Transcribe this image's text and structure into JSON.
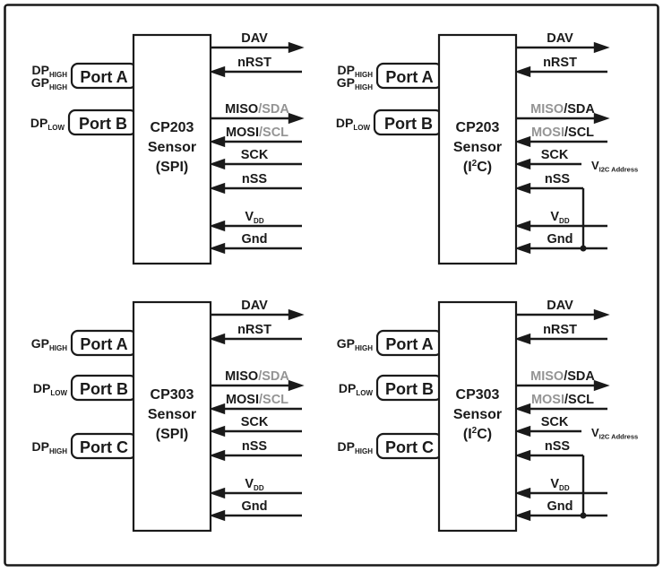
{
  "palette": {
    "ink": "#1a1a1a",
    "muted": "#949494",
    "background": "#ffffff"
  },
  "blocks": [
    {
      "name": "CP203 Sensor (SPI)",
      "title": {
        "model": "CP203",
        "type": "Sensor",
        "mode_pre": "(SPI)",
        "mode_sup": "",
        "mode_post": ""
      },
      "ports": [
        {
          "label": "Port A",
          "pins": [
            {
              "t": "DP",
              "sub": "HIGH"
            },
            {
              "t": "GP",
              "sub": "HIGH"
            }
          ]
        },
        {
          "label": "Port B",
          "pins": [
            {
              "t": "DP",
              "sub": "LOW"
            }
          ]
        }
      ],
      "signals": [
        {
          "name": "DAV",
          "direction": "out",
          "parts": [
            {
              "t": "DAV",
              "c": "#1a1a1a"
            }
          ],
          "sub": ""
        },
        {
          "name": "nRST",
          "direction": "in",
          "parts": [
            {
              "t": "nRST",
              "c": "#1a1a1a"
            }
          ],
          "sub": ""
        },
        {
          "name": "MISO/SDA",
          "direction": "out",
          "parts": [
            {
              "t": "MISO",
              "c": "#1a1a1a"
            },
            {
              "t": "/SDA",
              "c": "#949494"
            }
          ],
          "sub": ""
        },
        {
          "name": "MOSI/SCL",
          "direction": "in",
          "parts": [
            {
              "t": "MOSI",
              "c": "#1a1a1a"
            },
            {
              "t": "/SCL",
              "c": "#949494"
            }
          ],
          "sub": ""
        },
        {
          "name": "SCK",
          "direction": "in",
          "parts": [
            {
              "t": "SCK",
              "c": "#1a1a1a"
            }
          ],
          "sub": ""
        },
        {
          "name": "nSS",
          "direction": "in",
          "parts": [
            {
              "t": "nSS",
              "c": "#1a1a1a"
            }
          ],
          "sub": ""
        },
        {
          "name": "VDD",
          "direction": "in",
          "parts": [
            {
              "t": "V",
              "c": "#1a1a1a"
            }
          ],
          "sub": "DD"
        },
        {
          "name": "Gnd",
          "direction": "in",
          "parts": [
            {
              "t": "Gnd",
              "c": "#1a1a1a"
            }
          ],
          "sub": ""
        }
      ]
    },
    {
      "name": "CP203 Sensor (I2C)",
      "title": {
        "model": "CP203",
        "type": "Sensor",
        "mode_pre": "(I",
        "mode_sup": "2",
        "mode_post": "C)"
      },
      "ports": [
        {
          "label": "Port A",
          "pins": [
            {
              "t": "DP",
              "sub": "HIGH"
            },
            {
              "t": "GP",
              "sub": "HIGH"
            }
          ]
        },
        {
          "label": "Port B",
          "pins": [
            {
              "t": "DP",
              "sub": "LOW"
            }
          ]
        }
      ],
      "signals": [
        {
          "name": "DAV",
          "direction": "out",
          "parts": [
            {
              "t": "DAV",
              "c": "#1a1a1a"
            }
          ],
          "sub": ""
        },
        {
          "name": "nRST",
          "direction": "in",
          "parts": [
            {
              "t": "nRST",
              "c": "#1a1a1a"
            }
          ],
          "sub": ""
        },
        {
          "name": "MISO/SDA",
          "direction": "out",
          "parts": [
            {
              "t": "MISO",
              "c": "#949494"
            },
            {
              "t": "/SDA",
              "c": "#1a1a1a"
            }
          ],
          "sub": ""
        },
        {
          "name": "MOSI/SCL",
          "direction": "in",
          "parts": [
            {
              "t": "MOSI",
              "c": "#949494"
            },
            {
              "t": "/SCL",
              "c": "#1a1a1a"
            }
          ],
          "sub": ""
        },
        {
          "name": "SCK",
          "direction": "in",
          "parts": [
            {
              "t": "SCK",
              "c": "#1a1a1a"
            }
          ],
          "sub": ""
        },
        {
          "name": "nSS",
          "direction": "in",
          "parts": [
            {
              "t": "nSS",
              "c": "#1a1a1a"
            }
          ],
          "sub": ""
        },
        {
          "name": "VDD",
          "direction": "in",
          "parts": [
            {
              "t": "V",
              "c": "#1a1a1a"
            }
          ],
          "sub": "DD"
        },
        {
          "name": "Gnd",
          "direction": "in",
          "parts": [
            {
              "t": "Gnd",
              "c": "#1a1a1a"
            }
          ],
          "sub": ""
        }
      ],
      "extras": {
        "sck_connection": {
          "t": "V",
          "sub": "I2C Address"
        },
        "nss_tied_to": "Gnd"
      }
    },
    {
      "name": "CP303 Sensor (SPI)",
      "title": {
        "model": "CP303",
        "type": "Sensor",
        "mode_pre": "(SPI)",
        "mode_sup": "",
        "mode_post": ""
      },
      "ports": [
        {
          "label": "Port A",
          "pins": [
            {
              "t": "GP",
              "sub": "HIGH"
            }
          ]
        },
        {
          "label": "Port B",
          "pins": [
            {
              "t": "DP",
              "sub": "LOW"
            }
          ]
        },
        {
          "label": "Port C",
          "pins": [
            {
              "t": "DP",
              "sub": "HIGH"
            }
          ]
        }
      ],
      "signals": [
        {
          "name": "DAV",
          "direction": "out",
          "parts": [
            {
              "t": "DAV",
              "c": "#1a1a1a"
            }
          ],
          "sub": ""
        },
        {
          "name": "nRST",
          "direction": "in",
          "parts": [
            {
              "t": "nRST",
              "c": "#1a1a1a"
            }
          ],
          "sub": ""
        },
        {
          "name": "MISO/SDA",
          "direction": "out",
          "parts": [
            {
              "t": "MISO",
              "c": "#1a1a1a"
            },
            {
              "t": "/SDA",
              "c": "#949494"
            }
          ],
          "sub": ""
        },
        {
          "name": "MOSI/SCL",
          "direction": "in",
          "parts": [
            {
              "t": "MOSI",
              "c": "#1a1a1a"
            },
            {
              "t": "/SCL",
              "c": "#949494"
            }
          ],
          "sub": ""
        },
        {
          "name": "SCK",
          "direction": "in",
          "parts": [
            {
              "t": "SCK",
              "c": "#1a1a1a"
            }
          ],
          "sub": ""
        },
        {
          "name": "nSS",
          "direction": "in",
          "parts": [
            {
              "t": "nSS",
              "c": "#1a1a1a"
            }
          ],
          "sub": ""
        },
        {
          "name": "VDD",
          "direction": "in",
          "parts": [
            {
              "t": "V",
              "c": "#1a1a1a"
            }
          ],
          "sub": "DD"
        },
        {
          "name": "Gnd",
          "direction": "in",
          "parts": [
            {
              "t": "Gnd",
              "c": "#1a1a1a"
            }
          ],
          "sub": ""
        }
      ]
    },
    {
      "name": "CP303 Sensor (I2C)",
      "title": {
        "model": "CP303",
        "type": "Sensor",
        "mode_pre": "(I",
        "mode_sup": "2",
        "mode_post": "C)"
      },
      "ports": [
        {
          "label": "Port A",
          "pins": [
            {
              "t": "GP",
              "sub": "HIGH"
            }
          ]
        },
        {
          "label": "Port B",
          "pins": [
            {
              "t": "DP",
              "sub": "LOW"
            }
          ]
        },
        {
          "label": "Port C",
          "pins": [
            {
              "t": "DP",
              "sub": "HIGH"
            }
          ]
        }
      ],
      "signals": [
        {
          "name": "DAV",
          "direction": "out",
          "parts": [
            {
              "t": "DAV",
              "c": "#1a1a1a"
            }
          ],
          "sub": ""
        },
        {
          "name": "nRST",
          "direction": "in",
          "parts": [
            {
              "t": "nRST",
              "c": "#1a1a1a"
            }
          ],
          "sub": ""
        },
        {
          "name": "MISO/SDA",
          "direction": "out",
          "parts": [
            {
              "t": "MISO",
              "c": "#949494"
            },
            {
              "t": "/SDA",
              "c": "#1a1a1a"
            }
          ],
          "sub": ""
        },
        {
          "name": "MOSI/SCL",
          "direction": "in",
          "parts": [
            {
              "t": "MOSI",
              "c": "#949494"
            },
            {
              "t": "/SCL",
              "c": "#1a1a1a"
            }
          ],
          "sub": ""
        },
        {
          "name": "SCK",
          "direction": "in",
          "parts": [
            {
              "t": "SCK",
              "c": "#1a1a1a"
            }
          ],
          "sub": ""
        },
        {
          "name": "nSS",
          "direction": "in",
          "parts": [
            {
              "t": "nSS",
              "c": "#1a1a1a"
            }
          ],
          "sub": ""
        },
        {
          "name": "VDD",
          "direction": "in",
          "parts": [
            {
              "t": "V",
              "c": "#1a1a1a"
            }
          ],
          "sub": "DD"
        },
        {
          "name": "Gnd",
          "direction": "in",
          "parts": [
            {
              "t": "Gnd",
              "c": "#1a1a1a"
            }
          ],
          "sub": ""
        }
      ],
      "extras": {
        "sck_connection": {
          "t": "V",
          "sub": "I2C Address"
        },
        "nss_tied_to": "Gnd"
      }
    }
  ]
}
